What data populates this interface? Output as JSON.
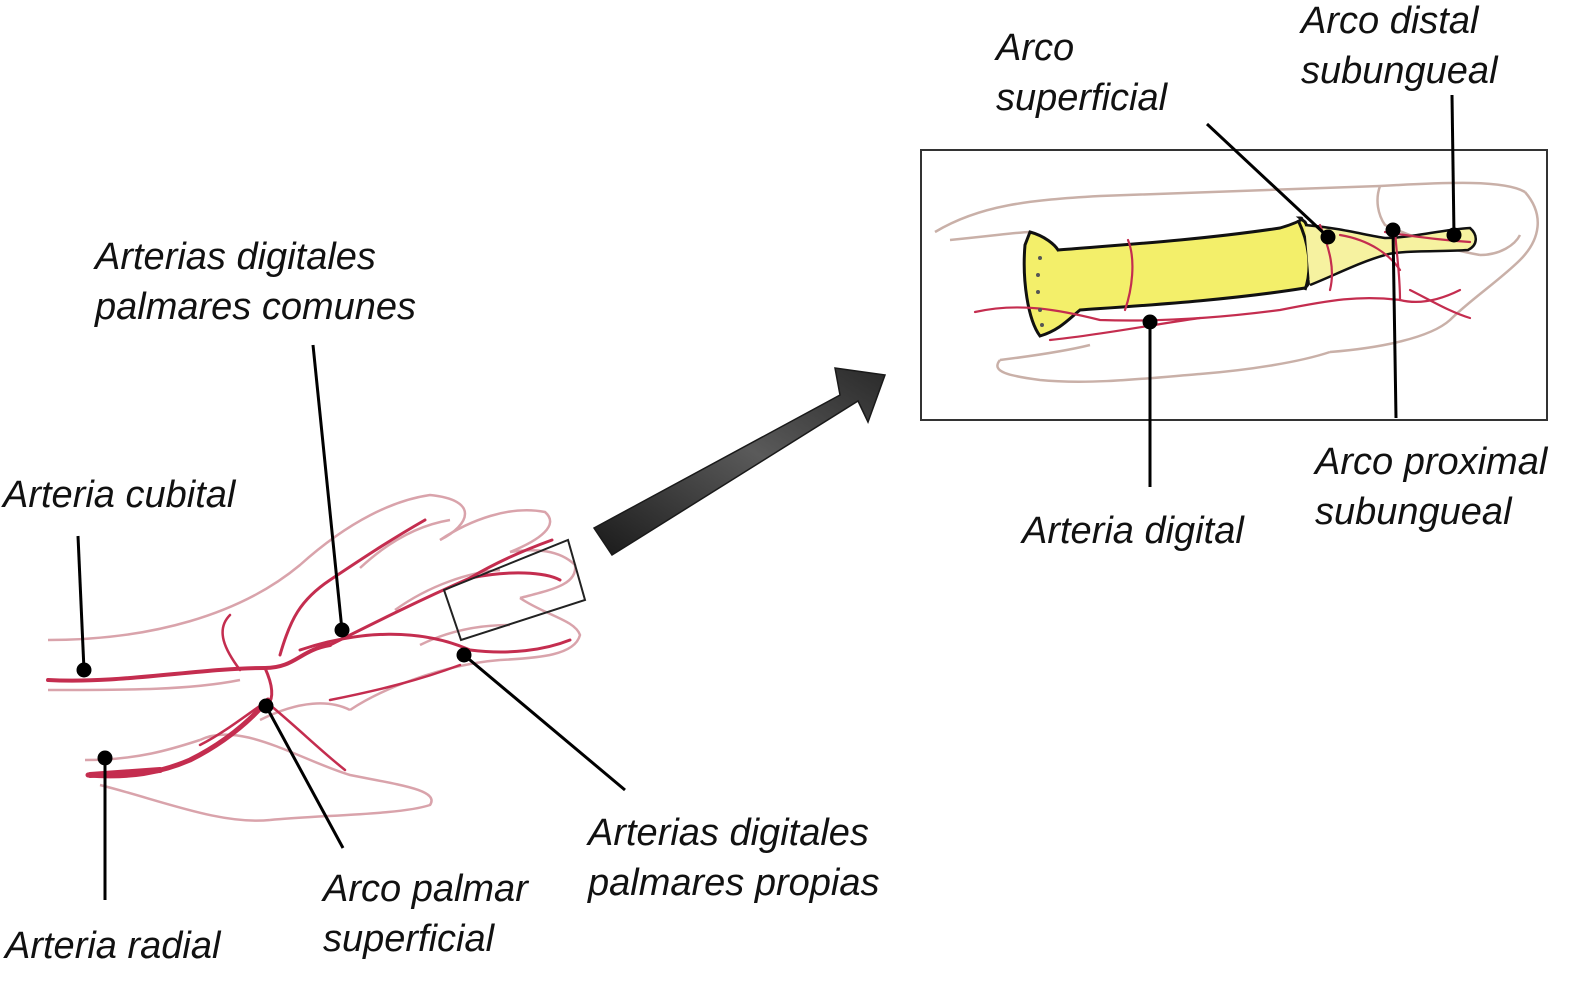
{
  "labels": {
    "arterias_digitales_comunes": [
      "Arterias digitales",
      "palmares comunes"
    ],
    "arteria_cubital": "Arteria cubital",
    "arteria_radial": "Arteria radial",
    "arco_palmar_superficial": [
      "Arco palmar",
      "superficial"
    ],
    "arterias_digitales_propias": [
      "Arterias digitales",
      "palmares propias"
    ],
    "arco_superficial": [
      "Arco",
      "superficial"
    ],
    "arco_distal_subungueal": [
      "Arco distal",
      "subungueal"
    ],
    "arteria_digital": "Arteria digital",
    "arco_proximal_subungueal": [
      "Arco proximal",
      "subungueal"
    ]
  },
  "colors": {
    "artery": "#c42d4f",
    "skin_outline": "#d9a3ab",
    "bone_fill": "#f3ef6a",
    "leader": "#000000",
    "arrow": "#3a3a3a"
  }
}
